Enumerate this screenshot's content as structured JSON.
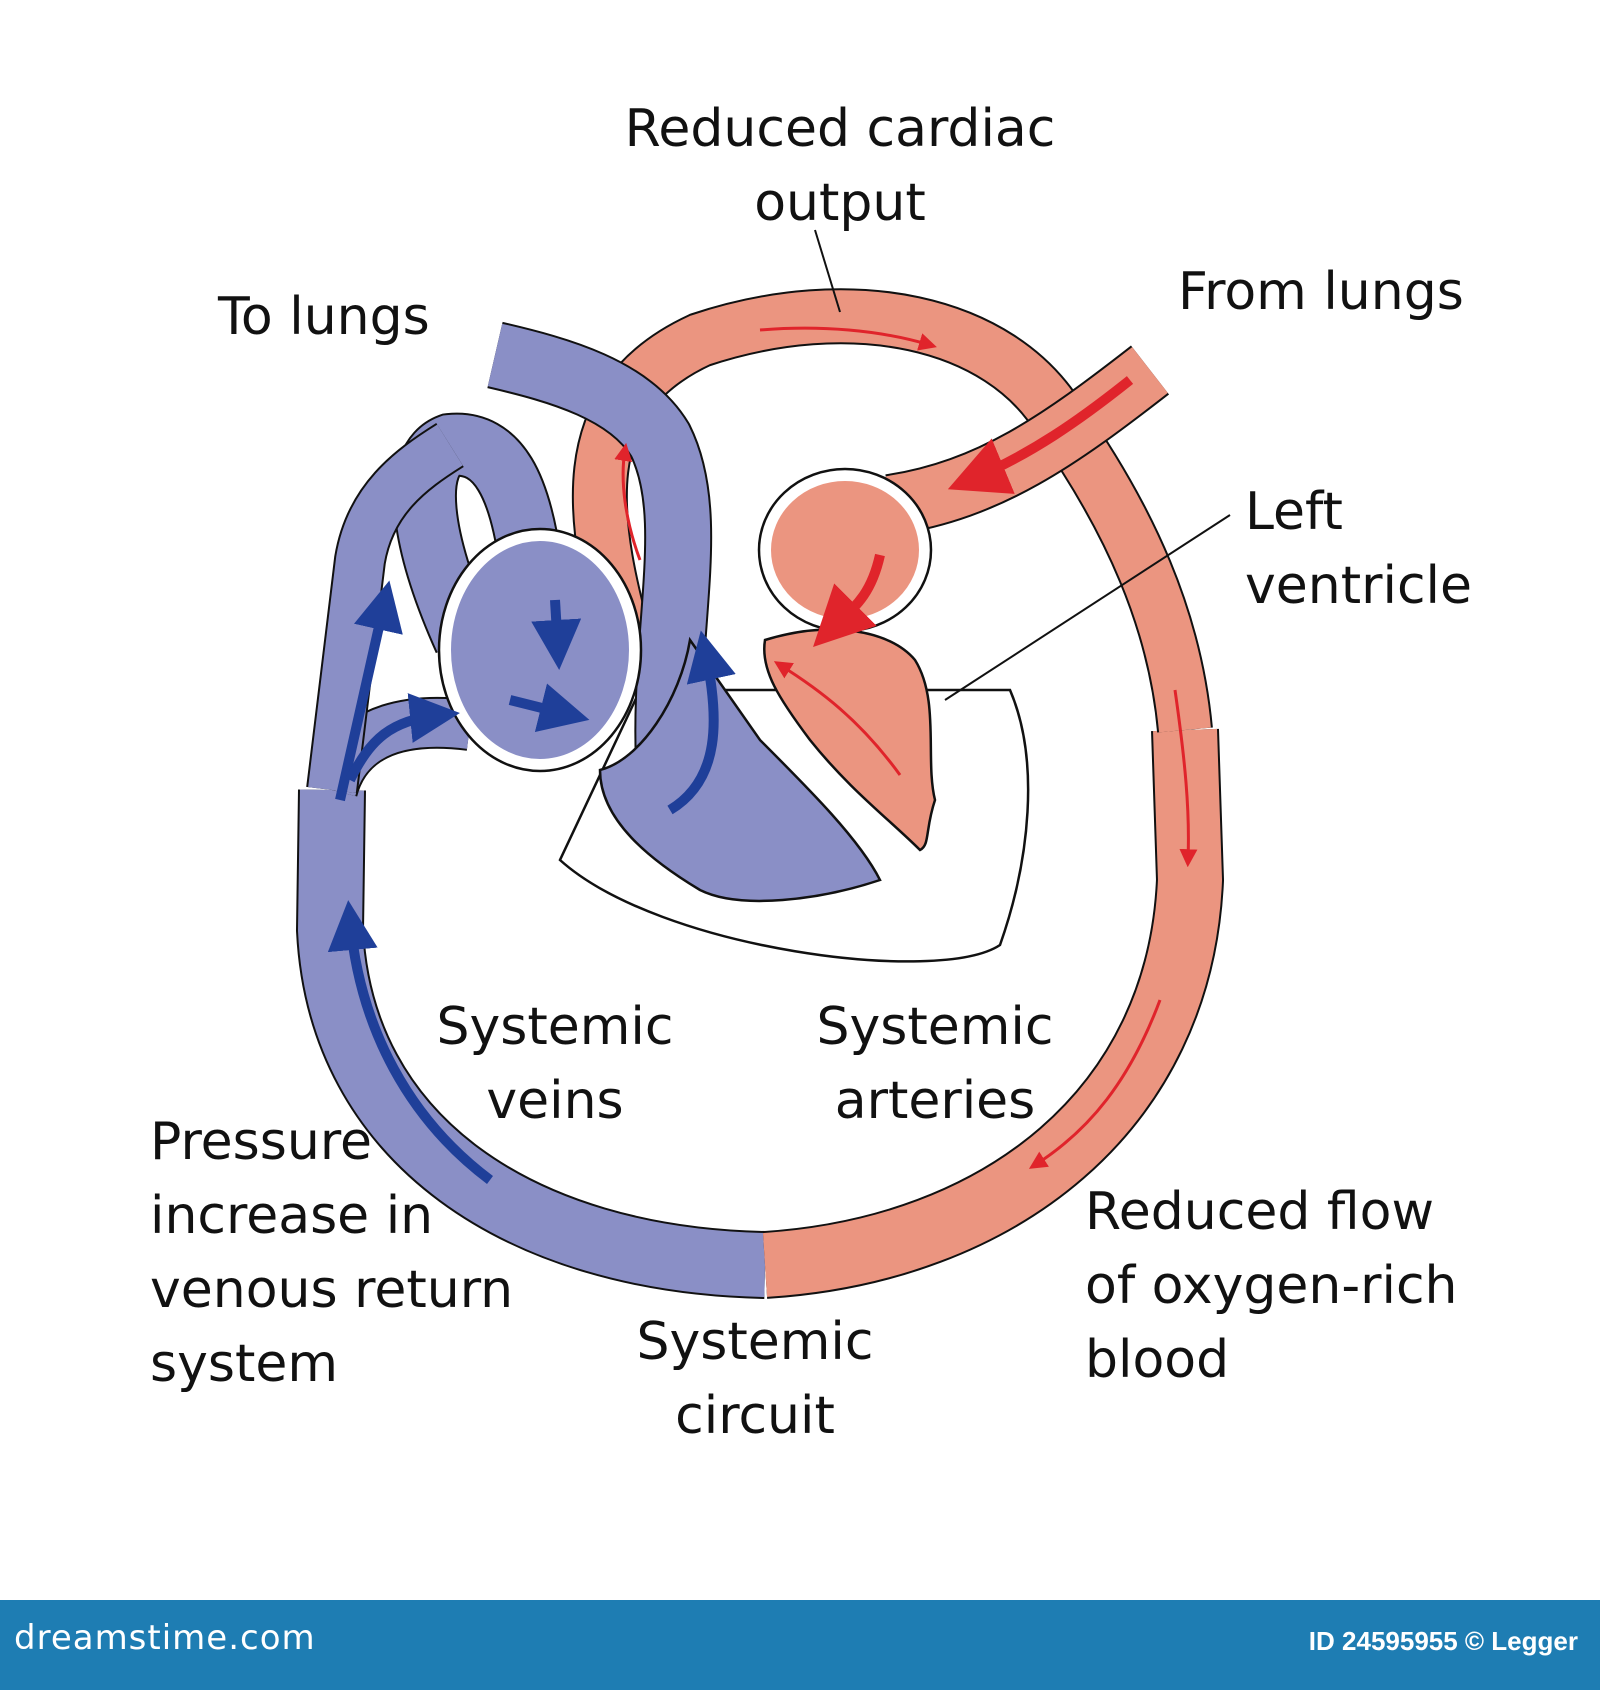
{
  "colors": {
    "venous_fill": "#8a8fc6",
    "venous_arrow": "#1f3f99",
    "arterial_fill": "#eb9580",
    "arterial_arrow": "#e0242b",
    "outline": "#111111",
    "footer": "#1e7db3"
  },
  "labels": {
    "reduced_cardiac_output": [
      "Reduced cardiac",
      "output"
    ],
    "to_lungs": "To lungs",
    "from_lungs": "From lungs",
    "left_ventricle": [
      "Left",
      "ventricle"
    ],
    "systemic_veins": [
      "Systemic",
      "veins"
    ],
    "systemic_arteries": [
      "Systemic",
      "arteries"
    ],
    "pressure_increase": [
      "Pressure",
      "increase in",
      "venous return",
      "system"
    ],
    "systemic_circuit": [
      "Systemic",
      "circuit"
    ],
    "reduced_flow": [
      "Reduced flow",
      "of oxygen-rich",
      "blood"
    ]
  },
  "footer": {
    "brand": "dreamstime.com",
    "credit": "ID 24595955 © Legger"
  }
}
